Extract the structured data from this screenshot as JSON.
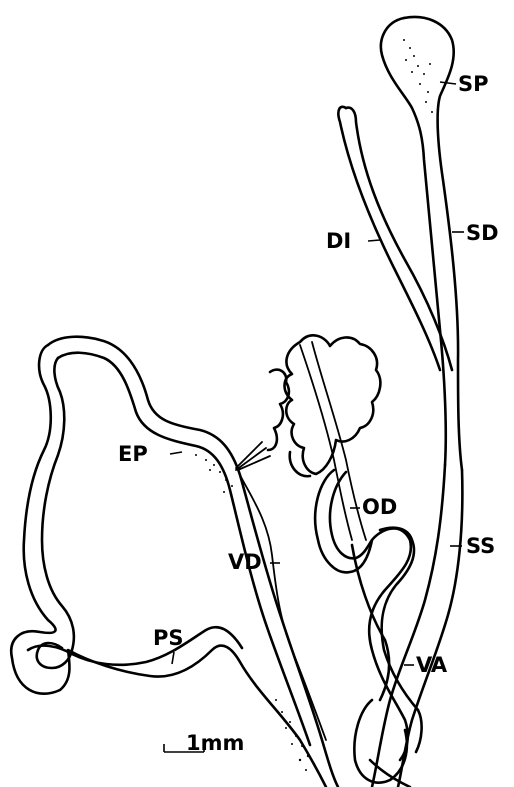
{
  "labels": {
    "sp": "SP",
    "sd": "SD",
    "di": "DI",
    "ep": "EP",
    "od": "OD",
    "ss": "SS",
    "vd": "VD",
    "ps": "PS",
    "va": "VA",
    "scale": "1mm"
  }
}
